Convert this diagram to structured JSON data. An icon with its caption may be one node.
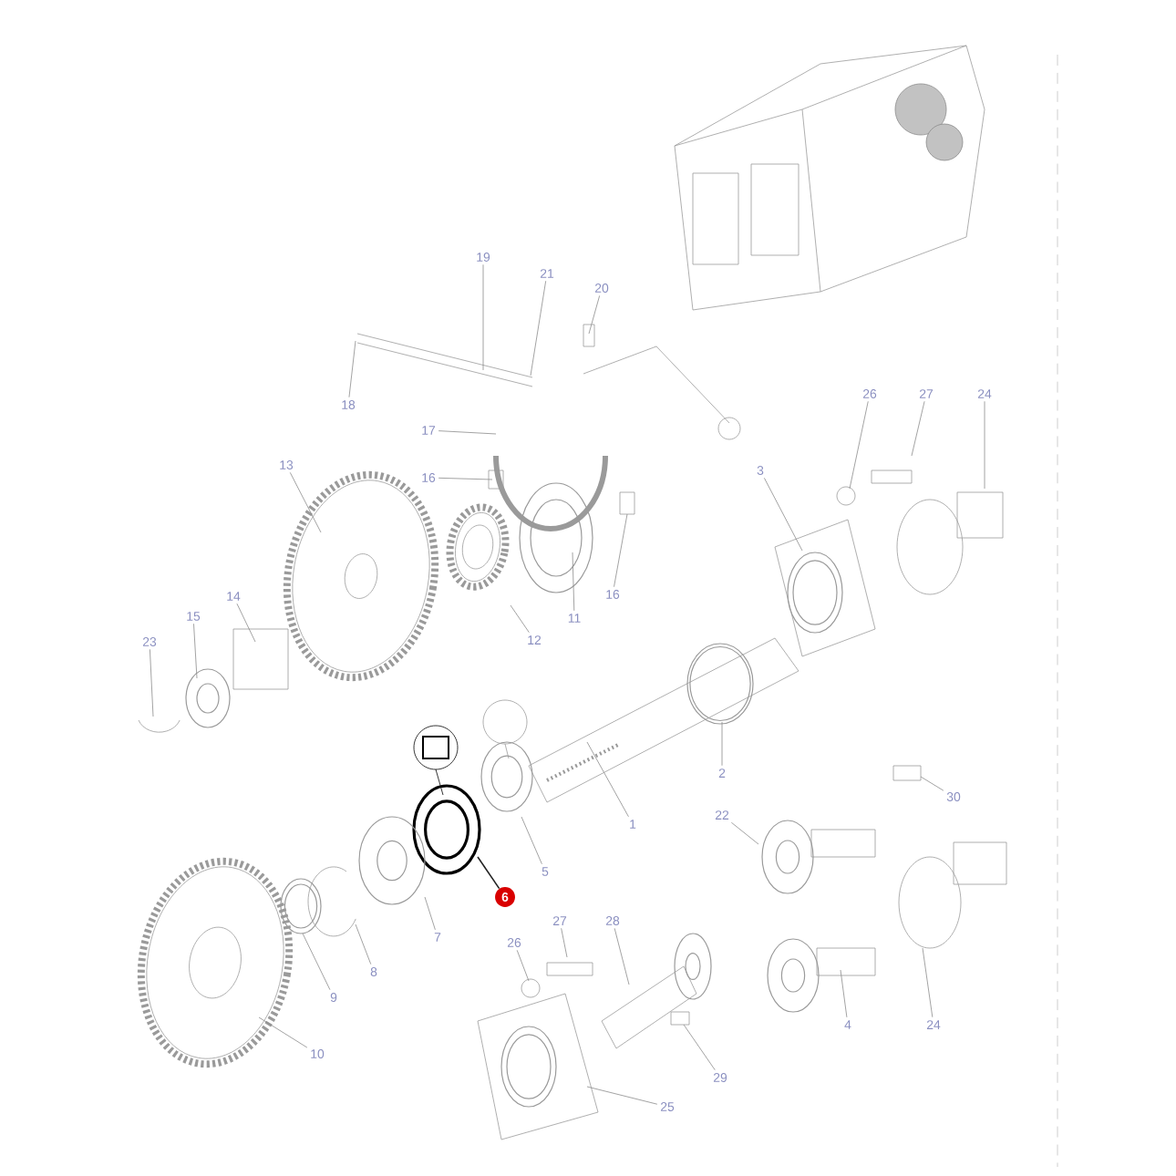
{
  "diagram": {
    "nodes": [
      {
        "text": [
          "19"
        ]
      },
      {
        "text": [
          "21"
        ]
      },
      {
        "text": [
          "20"
        ]
      },
      {
        "text": [
          "18"
        ]
      },
      {
        "text": [
          "17"
        ]
      },
      {
        "text": [
          "16"
        ]
      },
      {
        "text": [
          "13"
        ]
      },
      {
        "text": [
          "14"
        ]
      },
      {
        "text": [
          "15"
        ]
      },
      {
        "text": [
          "23"
        ]
      },
      {
        "text": [
          "12"
        ]
      },
      {
        "text": [
          "11"
        ]
      },
      {
        "text": [
          "16"
        ]
      },
      {
        "text": [
          "3"
        ]
      },
      {
        "text": [
          "26"
        ]
      },
      {
        "text": [
          "27"
        ]
      },
      {
        "text": [
          "24"
        ]
      },
      {
        "text": [
          "2"
        ]
      },
      {
        "text": [
          "1"
        ]
      },
      {
        "text": [
          "30"
        ]
      },
      {
        "text": [
          "22"
        ]
      },
      {
        "text": [
          "6"
        ]
      },
      {
        "text": [
          "5"
        ]
      },
      {
        "text": [
          "7"
        ]
      },
      {
        "text": [
          "8"
        ]
      },
      {
        "text": [
          "9"
        ]
      },
      {
        "text": [
          "10"
        ]
      },
      {
        "text": [
          "27"
        ]
      },
      {
        "text": [
          "28"
        ]
      },
      {
        "text": [
          "26"
        ]
      },
      {
        "text": [
          "4"
        ]
      },
      {
        "text": [
          "24"
        ]
      },
      {
        "text": [
          "29"
        ]
      },
      {
        "text": [
          "25"
        ]
      }
    ],
    "edges": [
      {
        "from": 0,
        "to": null,
        "arrow": "none"
      },
      {
        "from": 1,
        "to": null,
        "arrow": "none"
      },
      {
        "from": 2,
        "to": null,
        "arrow": "none"
      },
      {
        "from": 3,
        "to": null,
        "arrow": "none"
      },
      {
        "from": 4,
        "to": null,
        "arrow": "none"
      },
      {
        "from": 5,
        "to": null,
        "arrow": "none"
      },
      {
        "from": 6,
        "to": null,
        "arrow": "none"
      },
      {
        "from": 7,
        "to": null,
        "arrow": "none"
      },
      {
        "from": 8,
        "to": null,
        "arrow": "none"
      },
      {
        "from": 9,
        "to": null,
        "arrow": "none"
      },
      {
        "from": 10,
        "to": null,
        "arrow": "none"
      },
      {
        "from": 11,
        "to": null,
        "arrow": "none"
      },
      {
        "from": 12,
        "to": null,
        "arrow": "none"
      },
      {
        "from": 13,
        "to": null,
        "arrow": "none"
      },
      {
        "from": 14,
        "to": null,
        "arrow": "none"
      },
      {
        "from": 15,
        "to": null,
        "arrow": "none"
      },
      {
        "from": 16,
        "to": null,
        "arrow": "none"
      },
      {
        "from": 17,
        "to": null,
        "arrow": "none"
      },
      {
        "from": 18,
        "to": null,
        "arrow": "none"
      },
      {
        "from": 19,
        "to": null,
        "arrow": "none"
      },
      {
        "from": 20,
        "to": null,
        "arrow": "none"
      },
      {
        "from": 21,
        "to": null,
        "arrow": "none",
        "color": "#222222"
      },
      {
        "from": 22,
        "to": null,
        "arrow": "none"
      },
      {
        "from": 23,
        "to": null,
        "arrow": "none"
      },
      {
        "from": 24,
        "to": null,
        "arrow": "none"
      },
      {
        "from": 25,
        "to": null,
        "arrow": "none"
      },
      {
        "from": 26,
        "to": null,
        "arrow": "none"
      },
      {
        "from": 27,
        "to": null,
        "arrow": "none"
      },
      {
        "from": 28,
        "to": null,
        "arrow": "none"
      },
      {
        "from": 29,
        "to": null,
        "arrow": "none"
      },
      {
        "from": 30,
        "to": null,
        "arrow": "none"
      },
      {
        "from": 31,
        "to": null,
        "arrow": "none"
      },
      {
        "from": 32,
        "to": null,
        "arrow": "none"
      },
      {
        "from": 33,
        "to": null,
        "arrow": "none"
      }
    ]
  }
}
